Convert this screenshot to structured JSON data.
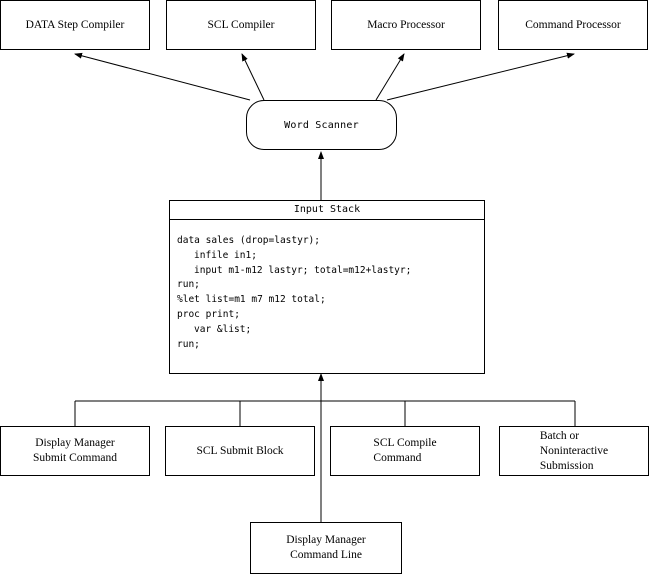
{
  "compilers": {
    "data_step": "DATA Step Compiler",
    "scl": "SCL Compiler",
    "macro": "Macro Processor",
    "command": "Command Processor"
  },
  "scanner": {
    "label": "Word Scanner"
  },
  "input_stack": {
    "title": "Input Stack",
    "lines": [
      {
        "text": "data sales (drop=lastyr);",
        "indent": false
      },
      {
        "text": "infile in1;",
        "indent": true
      },
      {
        "text": "input m1-m12 lastyr; total=m12+lastyr;",
        "indent": true
      },
      {
        "text": "run;",
        "indent": false
      },
      {
        "text": "%let list=m1 m7 m12 total;",
        "indent": false
      },
      {
        "text": "proc print;",
        "indent": false
      },
      {
        "text": "var &list;",
        "indent": true
      },
      {
        "text": "run;",
        "indent": false
      }
    ]
  },
  "sources": {
    "dm_submit": [
      "Display Manager",
      "Submit Command"
    ],
    "scl_submit": [
      "SCL Submit Block"
    ],
    "scl_compile": [
      "SCL Compile",
      "Command"
    ],
    "batch": [
      "Batch or",
      "Noninteractive",
      "Submission"
    ],
    "dm_command_line": [
      "Display Manager",
      "Command Line"
    ]
  }
}
